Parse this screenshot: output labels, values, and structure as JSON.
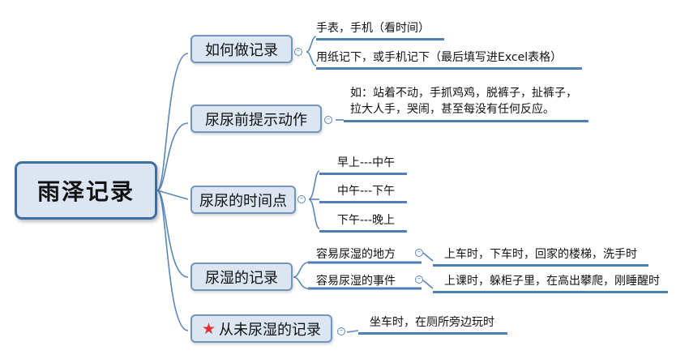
{
  "root": {
    "label": "雨泽记录"
  },
  "branches": [
    {
      "label": "如何做记录",
      "leaves": [
        "手表，手机（看时间）",
        "用纸记下，或手机记下（最后填写进Excel表格）"
      ]
    },
    {
      "label": "尿尿前提示动作",
      "leaves": [
        "如：站着不动，手抓鸡鸡，脱裤子，扯裤子，\n拉大人手，哭闹，甚至每没有任何反应。"
      ]
    },
    {
      "label": "尿尿的时间点",
      "leaves": [
        "早上---中午",
        "中午---下午",
        "下午---晚上"
      ]
    },
    {
      "label": "尿湿的记录",
      "children": [
        {
          "label": "容易尿湿的地方",
          "leaf": "上车时，下车时，回家的楼梯，洗手时"
        },
        {
          "label": "容易尿湿的事件",
          "leaf": "上课时，躲柜子里，在高出攀爬，刚睡醒时"
        }
      ]
    },
    {
      "label": "从未尿湿的记录",
      "icon": "star-icon",
      "leaves": [
        "坐车时，在厕所旁边玩时"
      ]
    }
  ],
  "colors": {
    "line": "#5a86b8",
    "underline": "#4f7fb9",
    "fill": "#dce6f2",
    "star": "#e0322c"
  },
  "toggle_symbol": "–"
}
